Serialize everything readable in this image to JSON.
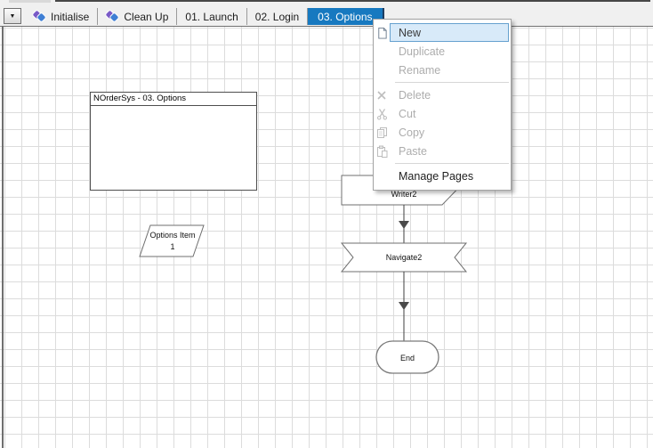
{
  "tab_bar": {
    "overflow_icon": "▼",
    "tabs": [
      {
        "label": "Initialise",
        "icon": "process-icon",
        "selected": false
      },
      {
        "label": "Clean Up",
        "icon": "process-icon",
        "selected": false
      },
      {
        "label": "01. Launch",
        "selected": false
      },
      {
        "label": "02. Login",
        "selected": false
      },
      {
        "label": "03. Options",
        "selected": true
      }
    ]
  },
  "context_menu": {
    "items": [
      {
        "label": "New",
        "enabled": true,
        "highlighted": true,
        "icon": "new-page-icon"
      },
      {
        "label": "Duplicate",
        "enabled": false
      },
      {
        "label": "Rename",
        "enabled": false
      },
      {
        "label": "Delete",
        "enabled": false,
        "icon": "delete-icon"
      },
      {
        "label": "Cut",
        "enabled": false,
        "icon": "cut-icon"
      },
      {
        "label": "Copy",
        "enabled": false,
        "icon": "copy-icon"
      },
      {
        "label": "Paste",
        "enabled": false,
        "icon": "paste-icon"
      },
      {
        "label": "Manage Pages",
        "enabled": true
      }
    ]
  },
  "canvas": {
    "process_box_title": "NOrderSys - 03. Options",
    "stages": {
      "data": {
        "type": "data-item",
        "line1": "Options Item",
        "line2": "1"
      },
      "write": {
        "type": "write",
        "label": "Writer2"
      },
      "navigate": {
        "type": "navigate",
        "label": "Navigate2"
      },
      "end": {
        "type": "end",
        "label": "End"
      }
    }
  },
  "colors": {
    "selected_tab": "#1779c0",
    "menu_highlight_fill": "#d8eaf9",
    "menu_highlight_border": "#66a1cf",
    "grid_line": "#dcdcdc",
    "shape_stroke": "#6f6f6f",
    "link_stroke": "#3f3f3f"
  }
}
